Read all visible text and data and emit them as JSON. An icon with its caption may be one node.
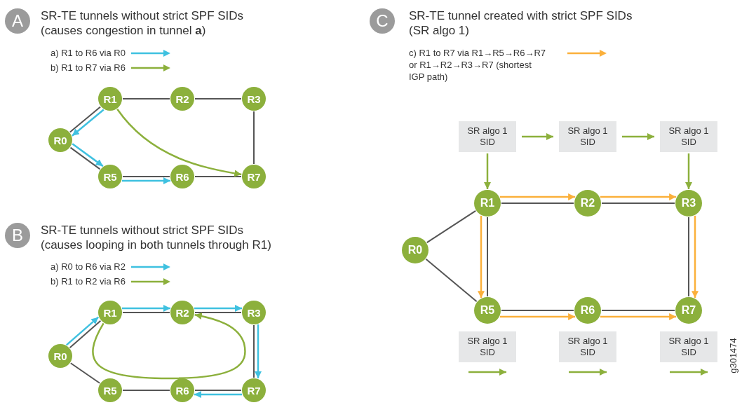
{
  "diagram": {
    "nodes": [
      {
        "text": [
          "A"
        ],
        "beside": [
          "SR-TE tunnels without strict SPF SIDs (causes congestion in tunnel **a**)"
        ]
      },
      {
        "text": [
          "R1"
        ]
      },
      {
        "text": [
          "R2"
        ]
      },
      {
        "text": [
          "R3"
        ]
      },
      {
        "text": [
          "R0"
        ]
      },
      {
        "text": [
          "R5"
        ]
      },
      {
        "text": [
          "R6"
        ]
      },
      {
        "text": [
          "R7"
        ]
      },
      {
        "text": [
          "B"
        ],
        "beside": [
          "SR-TE tunnels without strict SPF SIDs (causes looping in both tunnels through R1)"
        ]
      },
      {
        "text": [
          "R1"
        ]
      },
      {
        "text": [
          "R2"
        ]
      },
      {
        "text": [
          "R3"
        ]
      },
      {
        "text": [
          "R0"
        ]
      },
      {
        "text": [
          "R5"
        ]
      },
      {
        "text": [
          "R6"
        ]
      },
      {
        "text": [
          "R7"
        ]
      },
      {
        "text": [
          "C"
        ],
        "beside": [
          "SR-TE tunnel created with strict SPF SIDs (SR algo 1)"
        ]
      },
      {
        "text": [
          "SR algo 1 SID"
        ]
      },
      {
        "text": [
          "SR algo 1 SID"
        ]
      },
      {
        "text": [
          "SR algo 1 SID"
        ]
      },
      {
        "text": [
          "R1"
        ]
      },
      {
        "text": [
          "R2"
        ]
      },
      {
        "text": [
          "R3"
        ]
      },
      {
        "text": [
          "R0"
        ]
      },
      {
        "text": [
          "R5"
        ]
      },
      {
        "text": [
          "R6"
        ]
      },
      {
        "text": [
          "R7"
        ]
      },
      {
        "text": [
          "SR algo 1 SID"
        ]
      },
      {
        "text": [
          "SR algo 1 SID"
        ]
      },
      {
        "text": [
          "SR algo 1 SID"
        ]
      }
    ],
    "edges": [
      {
        "from": 1,
        "to": 2,
        "arrow": "none"
      },
      {
        "from": 2,
        "to": 3,
        "arrow": "none"
      },
      {
        "from": 3,
        "to": 7,
        "arrow": "none"
      },
      {
        "from": 1,
        "to": 4,
        "arrow": "none"
      },
      {
        "from": 4,
        "to": 5,
        "arrow": "none"
      },
      {
        "from": 5,
        "to": 6,
        "arrow": "none"
      },
      {
        "from": 6,
        "to": 7,
        "arrow": "none"
      },
      {
        "from": 1,
        "to": 4,
        "arrow": "to",
        "color": "#3fc1e0"
      },
      {
        "from": 4,
        "to": 5,
        "arrow": "to",
        "color": "#3fc1e0"
      },
      {
        "from": 5,
        "to": 6,
        "arrow": "to",
        "color": "#3fc1e0"
      },
      {
        "from": 1,
        "to": 7,
        "arrow": "to",
        "color": "#8cb03c"
      },
      {
        "from": 12,
        "to": 9,
        "arrow": "none"
      },
      {
        "from": 9,
        "to": 10,
        "arrow": "none"
      },
      {
        "from": 10,
        "to": 11,
        "arrow": "none"
      },
      {
        "from": 11,
        "to": 15,
        "arrow": "none"
      },
      {
        "from": 15,
        "to": 14,
        "arrow": "none"
      },
      {
        "from": 14,
        "to": 13,
        "arrow": "none"
      },
      {
        "from": 13,
        "to": 12,
        "arrow": "none"
      },
      {
        "from": 12,
        "to": 9,
        "arrow": "to",
        "color": "#3fc1e0"
      },
      {
        "from": 9,
        "to": 10,
        "arrow": "to",
        "color": "#3fc1e0"
      },
      {
        "from": 10,
        "to": 11,
        "arrow": "to",
        "color": "#3fc1e0"
      },
      {
        "from": 11,
        "to": 15,
        "arrow": "to",
        "color": "#3fc1e0"
      },
      {
        "from": 15,
        "to": 14,
        "arrow": "to",
        "color": "#3fc1e0"
      },
      {
        "from": 9,
        "to": 10,
        "arrow": "to",
        "color": "#8cb03c"
      },
      {
        "from": 17,
        "to": 18,
        "arrow": "to",
        "color": "#8cb03c"
      },
      {
        "from": 18,
        "to": 19,
        "arrow": "to",
        "color": "#8cb03c"
      },
      {
        "from": 17,
        "to": 20,
        "arrow": "to",
        "color": "#8cb03c"
      },
      {
        "from": 19,
        "to": 22,
        "arrow": "to",
        "color": "#8cb03c"
      },
      {
        "from": 23,
        "to": 20,
        "arrow": "none"
      },
      {
        "from": 23,
        "to": 24,
        "arrow": "none"
      },
      {
        "from": 20,
        "to": 21,
        "arrow": "none"
      },
      {
        "from": 21,
        "to": 22,
        "arrow": "none"
      },
      {
        "from": 20,
        "to": 24,
        "arrow": "none"
      },
      {
        "from": 22,
        "to": 26,
        "arrow": "none"
      },
      {
        "from": 24,
        "to": 25,
        "arrow": "none"
      },
      {
        "from": 25,
        "to": 26,
        "arrow": "none"
      },
      {
        "from": 20,
        "to": 21,
        "arrow": "to",
        "color": "#fbb03b"
      },
      {
        "from": 21,
        "to": 22,
        "arrow": "to",
        "color": "#fbb03b"
      },
      {
        "from": 22,
        "to": 26,
        "arrow": "to",
        "color": "#fbb03b"
      },
      {
        "from": 20,
        "to": 24,
        "arrow": "to",
        "color": "#fbb03b"
      },
      {
        "from": 24,
        "to": 25,
        "arrow": "to",
        "color": "#fbb03b"
      },
      {
        "from": 25,
        "to": 26,
        "arrow": "to",
        "color": "#fbb03b"
      }
    ],
    "labels": [
      "g301474"
    ],
    "legend": [
      {
        "text": "a) R1 to R6 via R0"
      },
      {
        "text": "b) R1 to R7 via R6"
      },
      {
        "text": "a) R0 to R6 via R2"
      },
      {
        "text": "b) R1 to R2 via R6"
      },
      {
        "text": "c) R1 to R7 via R1→R5→R6→R7 or R1→R2→R3→R7 (shortest IGP path)"
      }
    ]
  }
}
